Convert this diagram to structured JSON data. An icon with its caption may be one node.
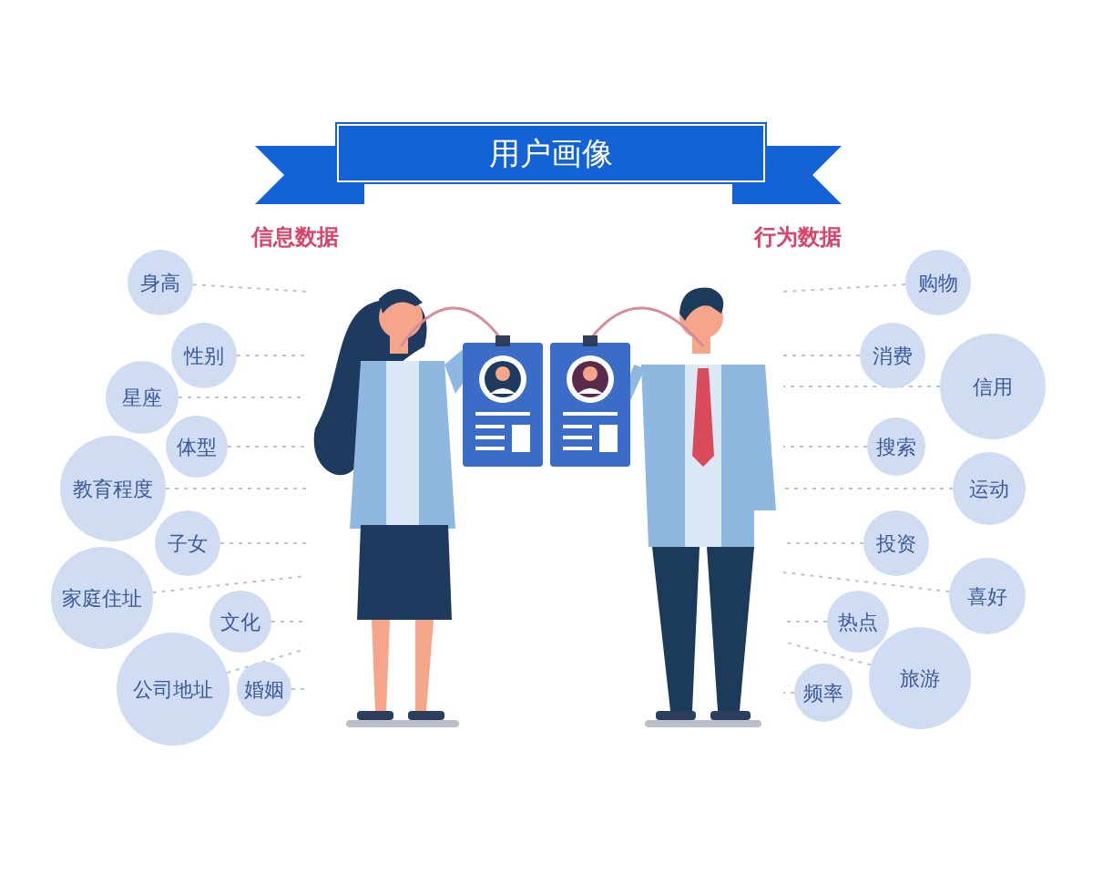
{
  "diagram": {
    "title": "用户画像",
    "nodes": [
      {
        "text": [],
        "shape": "person"
      },
      {
        "text": [],
        "shape": "person"
      },
      {
        "text": [
          "身高"
        ]
      },
      {
        "text": [
          "性别"
        ]
      },
      {
        "text": [
          "星座"
        ]
      },
      {
        "text": [
          "体型"
        ]
      },
      {
        "text": [
          "教育程度"
        ]
      },
      {
        "text": [
          "子女"
        ]
      },
      {
        "text": [
          "家庭住址"
        ]
      },
      {
        "text": [
          "文化"
        ]
      },
      {
        "text": [
          "公司地址"
        ]
      },
      {
        "text": [
          "婚姻"
        ]
      },
      {
        "text": [
          "购物"
        ]
      },
      {
        "text": [
          "消费"
        ]
      },
      {
        "text": [
          "信用"
        ]
      },
      {
        "text": [
          "搜索"
        ]
      },
      {
        "text": [
          "运动"
        ]
      },
      {
        "text": [
          "投资"
        ]
      },
      {
        "text": [
          "喜好"
        ]
      },
      {
        "text": [
          "热点"
        ]
      },
      {
        "text": [
          "频率"
        ]
      },
      {
        "text": [
          "旅游"
        ]
      }
    ],
    "edges": [
      {
        "from": 2,
        "to": 0,
        "arrow": "none",
        "style": "dashed"
      },
      {
        "from": 3,
        "to": 0,
        "arrow": "none",
        "style": "dashed"
      },
      {
        "from": 4,
        "to": 0,
        "arrow": "none",
        "style": "dashed"
      },
      {
        "from": 5,
        "to": 0,
        "arrow": "none",
        "style": "dashed"
      },
      {
        "from": 6,
        "to": 0,
        "arrow": "none",
        "style": "dashed"
      },
      {
        "from": 7,
        "to": 0,
        "arrow": "none",
        "style": "dashed"
      },
      {
        "from": 8,
        "to": 0,
        "arrow": "none",
        "style": "dashed"
      },
      {
        "from": 9,
        "to": 0,
        "arrow": "none",
        "style": "dashed"
      },
      {
        "from": 10,
        "to": 0,
        "arrow": "none",
        "style": "dashed"
      },
      {
        "from": 11,
        "to": 0,
        "arrow": "none",
        "style": "dashed"
      },
      {
        "from": 12,
        "to": 1,
        "arrow": "none",
        "style": "dashed"
      },
      {
        "from": 13,
        "to": 1,
        "arrow": "none",
        "style": "dashed"
      },
      {
        "from": 14,
        "to": 1,
        "arrow": "none",
        "style": "dashed"
      },
      {
        "from": 15,
        "to": 1,
        "arrow": "none",
        "style": "dashed"
      },
      {
        "from": 16,
        "to": 1,
        "arrow": "none",
        "style": "dashed"
      },
      {
        "from": 17,
        "to": 1,
        "arrow": "none",
        "style": "dashed"
      },
      {
        "from": 18,
        "to": 1,
        "arrow": "none",
        "style": "dashed"
      },
      {
        "from": 19,
        "to": 1,
        "arrow": "none",
        "style": "dashed"
      },
      {
        "from": 20,
        "to": 1,
        "arrow": "none",
        "style": "dashed"
      },
      {
        "from": 21,
        "to": 1,
        "arrow": "none",
        "style": "dashed"
      }
    ],
    "labels": [
      "信息数据",
      "行为数据"
    ]
  }
}
